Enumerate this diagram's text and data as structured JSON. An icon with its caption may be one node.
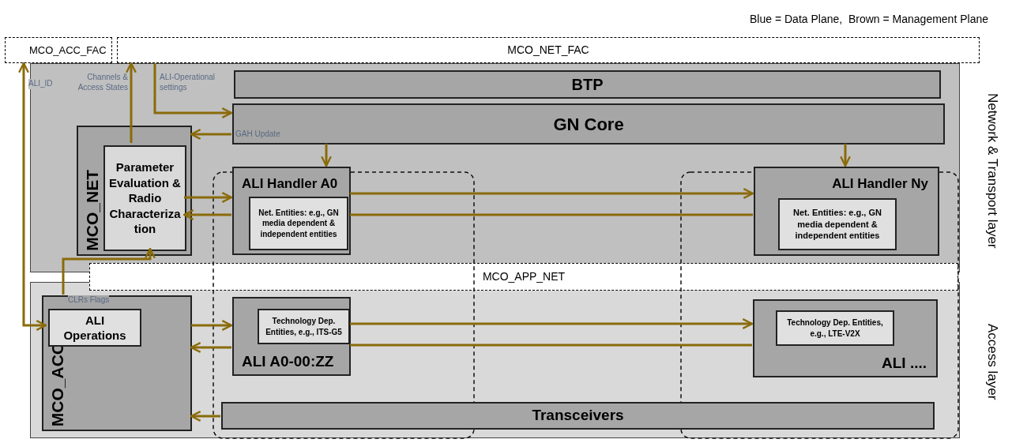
{
  "diagram": {
    "nodes": [
      {
        "text": [
          "MCO_ACC_FAC"
        ]
      },
      {
        "text": [
          "MCO_NET_FAC"
        ]
      },
      {
        "text": [
          "Network & Transport layer"
        ]
      },
      {
        "text": [
          "BTP"
        ],
        "in": 2
      },
      {
        "text": [
          "GN Core"
        ],
        "in": 2
      },
      {
        "text": [
          "MCO_NET"
        ],
        "in": 2
      },
      {
        "text": [
          "Parameter Evaluation & Radio Characterization"
        ],
        "in": 5
      },
      {
        "text": [
          "ALI Handler A0"
        ],
        "in": 2
      },
      {
        "text": [
          "Net. Entities: e.g., GN media dependent & independent entities"
        ],
        "in": 7
      },
      {
        "text": [
          "ALI Handler Ny"
        ],
        "in": 2
      },
      {
        "text": [
          "Net. Entities: e.g., GN media dependent & independent entities"
        ],
        "in": 9
      },
      {
        "text": [
          "MCO_APP_NET"
        ]
      },
      {
        "text": [
          "Access layer"
        ]
      },
      {
        "text": [
          "MCO_ACC"
        ],
        "in": 12
      },
      {
        "text": [
          "ALI Operations"
        ],
        "in": 13
      },
      {
        "text": [
          "ALI A0-00:ZZ"
        ],
        "in": 12
      },
      {
        "text": [
          "Technology Dep. Entities, e.g., ITS-G5"
        ],
        "in": 15
      },
      {
        "text": [
          "ALI ...."
        ],
        "in": 12
      },
      {
        "text": [
          "Technology Dep. Entities, e.g., LTE-V2X"
        ],
        "in": 17
      },
      {
        "text": [
          "Transceivers"
        ],
        "in": 12
      }
    ],
    "edges": [
      {
        "from": 0,
        "to": 14,
        "arrow": "both",
        "label": "ALI_ID"
      },
      {
        "from": 6,
        "to": 1,
        "arrow": "to",
        "label": "Channels & Access States"
      },
      {
        "from": 1,
        "to": 4,
        "arrow": "to",
        "label": "ALI-Operational settings"
      },
      {
        "from": 4,
        "to": 5,
        "arrow": "to",
        "label": "GAH Update"
      },
      {
        "from": 4,
        "to": 7,
        "arrow": "to"
      },
      {
        "from": 4,
        "to": 9,
        "arrow": "to"
      },
      {
        "from": 6,
        "to": 7,
        "arrow": "to"
      },
      {
        "from": 7,
        "to": 6,
        "arrow": "to"
      },
      {
        "from": 7,
        "to": 9,
        "arrow": "to"
      },
      {
        "from": 9,
        "to": 7,
        "arrow": "none"
      },
      {
        "from": 13,
        "to": 6,
        "arrow": "to",
        "label": "CLRs Flags"
      },
      {
        "from": 13,
        "to": 15,
        "arrow": "to"
      },
      {
        "from": 15,
        "to": 13,
        "arrow": "to"
      },
      {
        "from": 15,
        "to": 17,
        "arrow": "to"
      },
      {
        "from": 17,
        "to": 15,
        "arrow": "none"
      },
      {
        "from": 19,
        "to": 13,
        "arrow": "to"
      }
    ],
    "labels": [
      "Blue = Data Plane,  Brown = Management Plane"
    ]
  }
}
